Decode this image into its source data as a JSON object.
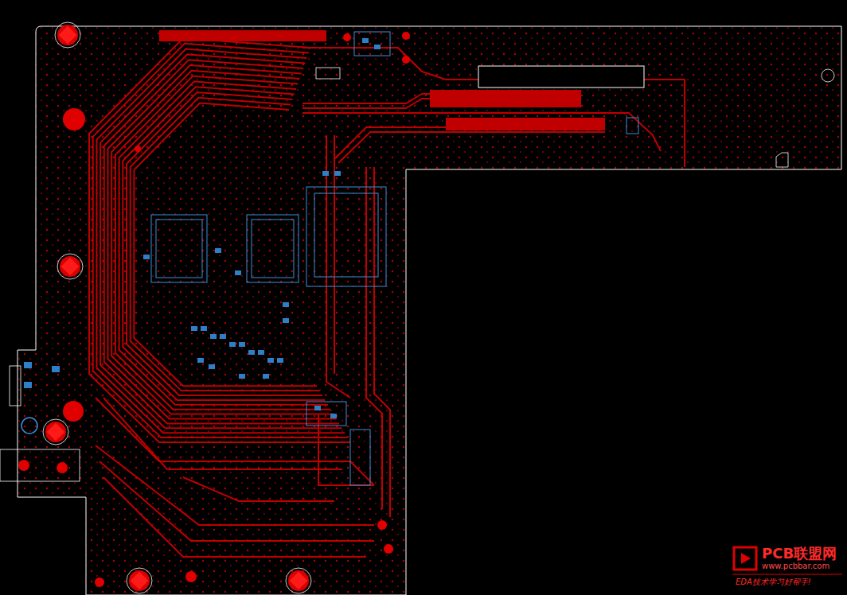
{
  "diagram": {
    "labels": [
      "PCB联盟网",
      "www.pcbbar.com",
      "EDA技术学习好帮手!"
    ]
  }
}
